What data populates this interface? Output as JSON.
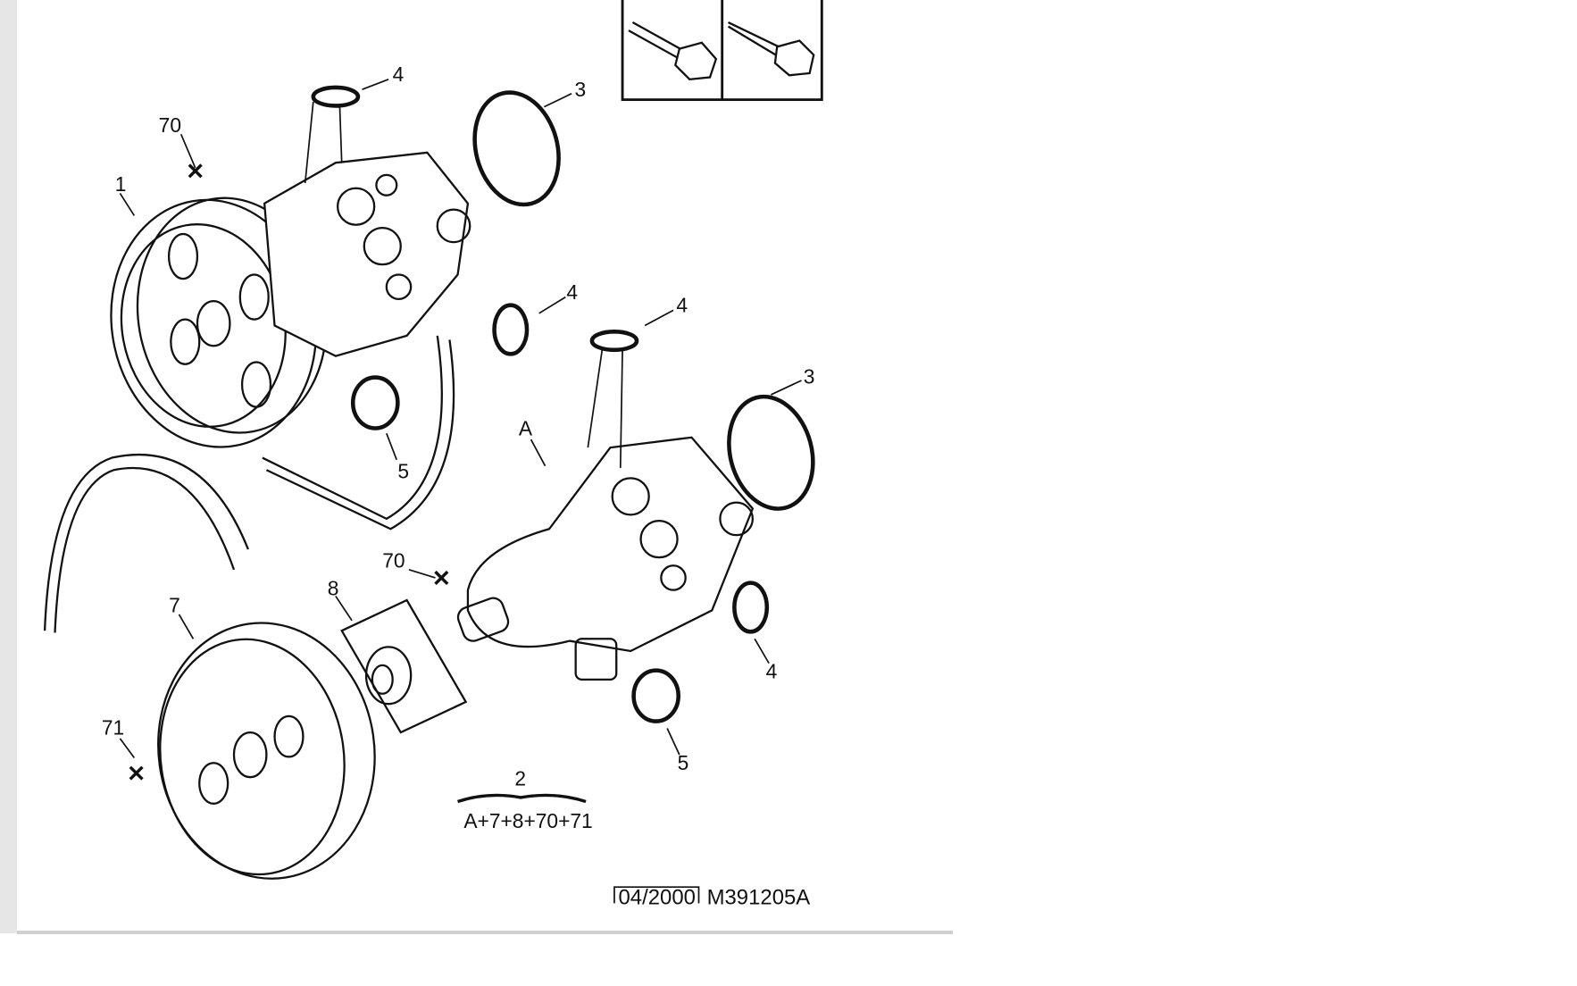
{
  "diagram": {
    "callouts": {
      "pulley_1": "1",
      "kit_2": "2",
      "oring_3_top": "3",
      "oring_3_bottom": "3",
      "oring_4_a": "4",
      "oring_4_b": "4",
      "oring_4_c": "4",
      "oring_4_d": "4",
      "oring_5_top": "5",
      "oring_5_bottom": "5",
      "pump_A": "A",
      "pulley_7": "7",
      "plate_8": "8",
      "screw_70_top": "70",
      "screw_70_bottom": "70",
      "screw_71": "71"
    },
    "kit_contents": "A+7+8+70+71",
    "date": "04/2000",
    "reference": "M391205A"
  }
}
